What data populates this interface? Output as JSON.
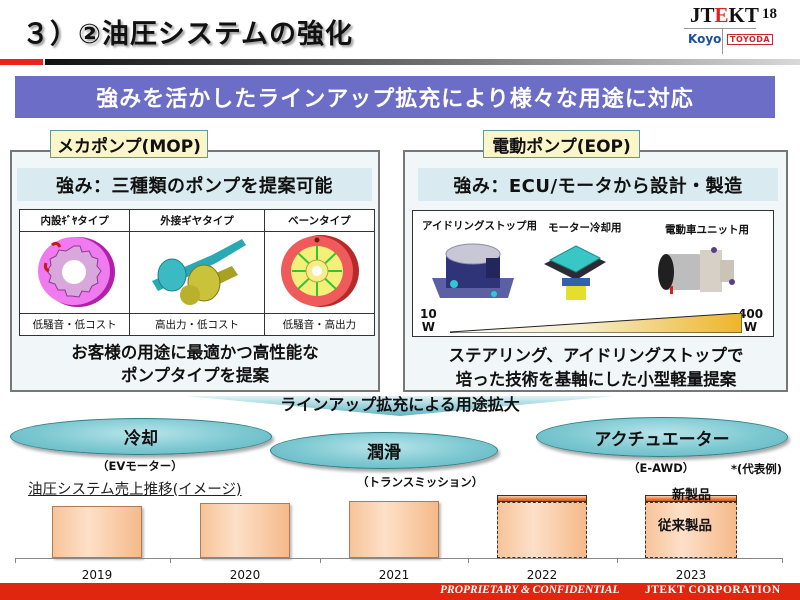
{
  "header": {
    "title": "３）②油圧システムの強化",
    "page_number": "18",
    "logo": {
      "jtekt_prefix": "JT",
      "jtekt_mid": "E",
      "jtekt_suffix": "KT",
      "koyo": "Koyo",
      "toyoda": "TOYODA"
    }
  },
  "banner": {
    "text": "強みを活かしたラインアップ拡充により様々な用途に対応"
  },
  "mop_panel": {
    "tab_label": "メカポンプ(MOP)",
    "strength": "強み：三種類のポンプを提案可能",
    "table": {
      "headers": [
        "内設ｷﾞﾔタイプ",
        "外接ギヤタイプ",
        "ベーンタイプ"
      ],
      "images": [
        "internal-gear-pump-image",
        "external-gear-pump-image",
        "vane-pump-image"
      ],
      "features": [
        "低騒音・低コスト",
        "高出力・低コスト",
        "低騒音・高出力"
      ]
    },
    "summary_line1": "お客様の用途に最適かつ高性能な",
    "summary_line2": "ポンプタイプを提案"
  },
  "eop_panel": {
    "tab_label": "電動ポンプ(EOP)",
    "strength": "強み：ECU/モータから設計・製造",
    "products": [
      {
        "label": "アイドリングストップ用",
        "image": "idle-stop-pump-image"
      },
      {
        "label": "モーター冷却用",
        "image": "motor-cooling-pump-image"
      },
      {
        "label": "電動車ユニット用",
        "image": "ev-unit-pump-image"
      }
    ],
    "power_min": "10",
    "power_min_unit": "W",
    "power_max": "400",
    "power_max_unit": "W",
    "summary_line1": "ステアリング、アイドリングストップで",
    "summary_line2": "培った技術を基軸にした小型軽量提案"
  },
  "expansion": {
    "label": "ラインアップ拡充による用途拡大",
    "applications": [
      {
        "name": "冷却",
        "example": "（EVモーター）"
      },
      {
        "name": "潤滑",
        "example": "（トランスミッション）"
      },
      {
        "name": "アクチュエーター",
        "example": "（E-AWD）"
      }
    ],
    "note": "*(代表例)"
  },
  "sales": {
    "title": "油圧システム売上推移(イメージ)",
    "label_new": "新製品",
    "label_conventional": "従来製品"
  },
  "chart_data": {
    "type": "bar",
    "title": "油圧システム売上推移(イメージ)",
    "categories": [
      "2019",
      "2020",
      "2021",
      "2022",
      "2023"
    ],
    "series": [
      {
        "name": "従来製品",
        "values": [
          100,
          105,
          109,
          104,
          104
        ]
      },
      {
        "name": "新製品",
        "values": [
          0,
          0,
          0,
          6,
          6
        ]
      }
    ],
    "forecast_categories": [
      "2022",
      "2023"
    ],
    "xlabel": "",
    "ylabel": "",
    "grid": false,
    "note": "イメージ (no numeric axis)"
  },
  "footer": {
    "confidential": "PROPRIETARY & CONFIDENTIAL",
    "corporation": "JTEKT  CORPORATION"
  },
  "colors": {
    "banner": "#6c6dc7",
    "accent_red": "#e0260e",
    "tab_fill": "#fbf6c9",
    "strength_fill": "#d9ebf1",
    "ellipse": "#7cc8d1",
    "bar": "#f7c49a",
    "new_product": "#e87a36"
  }
}
